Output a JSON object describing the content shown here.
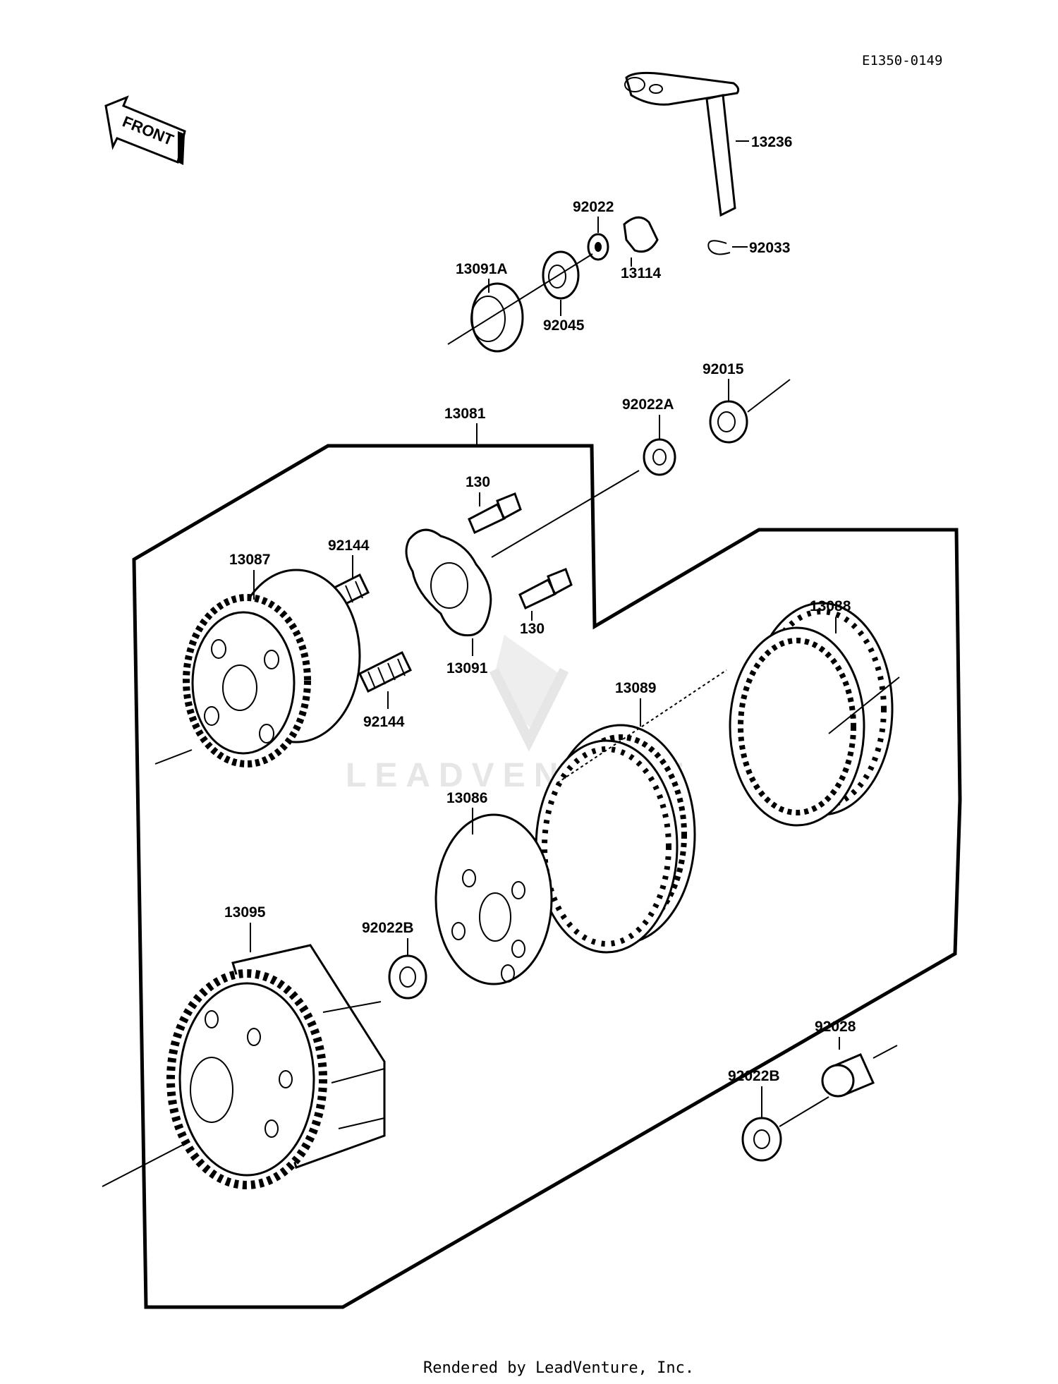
{
  "diagram_code": "E1350-0149",
  "orientation_label": "FRONT",
  "watermark": "LEADVENTURE",
  "footer": "Rendered by LeadVenture, Inc.",
  "parts": {
    "p13236": "13236",
    "p92022": "92022",
    "p92033": "92033",
    "p13114": "13114",
    "p13091A": "13091A",
    "p92045": "92045",
    "p92015": "92015",
    "p13081": "13081",
    "p92022A": "92022A",
    "p130a": "130",
    "p92144a": "92144",
    "p13087": "13087",
    "p130b": "130",
    "p13091": "13091",
    "p92144b": "92144",
    "p13088": "13088",
    "p13089": "13089",
    "p13086": "13086",
    "p13095": "13095",
    "p92022B_a": "92022B",
    "p92028": "92028",
    "p92022B_b": "92022B"
  }
}
